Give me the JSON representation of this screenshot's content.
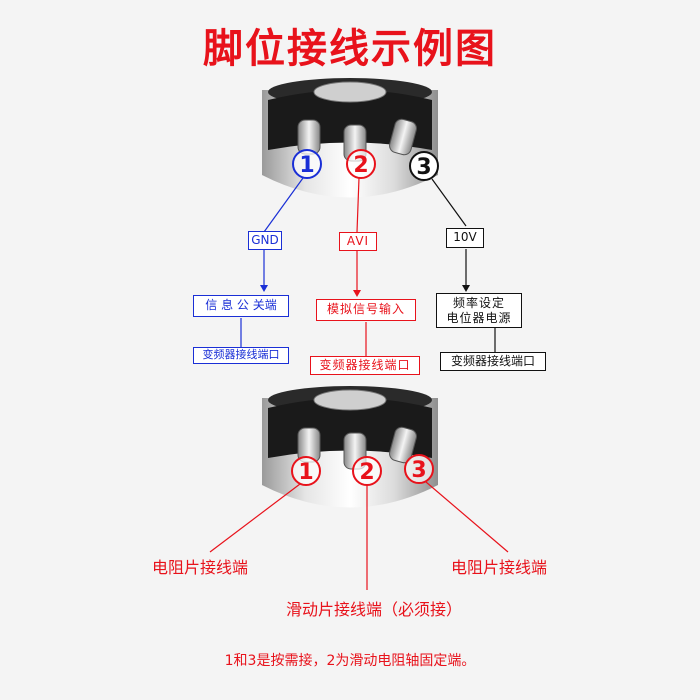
{
  "title": "脚位接线示例图",
  "top_diagram": {
    "pins": [
      "1",
      "2",
      "3"
    ],
    "pin1": {
      "tag": "GND",
      "function": "信 息 公 关端",
      "port": "变频器接线端口",
      "color": "#1a2fd6"
    },
    "pin2": {
      "tag": "AVI",
      "function": "模拟信号输入",
      "port": "变频器接线端口",
      "color": "#e8121b"
    },
    "pin3": {
      "tag": "10V",
      "function_line1": "频率设定",
      "function_line2": "电位器电源",
      "port": "变频器接线端口",
      "color": "#111111"
    }
  },
  "bottom_diagram": {
    "pins": [
      "1",
      "2",
      "3"
    ],
    "label_left": "电阻片接线端",
    "label_right": "电阻片接线端",
    "label_center": "滑动片接线端（必须接）"
  },
  "note": "1和3是按需接，2为滑动电阻轴固定端。"
}
